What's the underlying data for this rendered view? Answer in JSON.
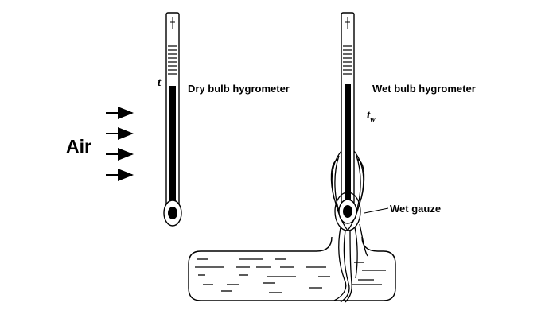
{
  "labels": {
    "air": "Air",
    "dry_symbol": "t",
    "dry_label": "Dry bulb hygrometer",
    "wet_symbol": "t",
    "wet_symbol_subscript": "w",
    "wet_label": "Wet bulb hygrometer",
    "gauze": "Wet gauze"
  },
  "colors": {
    "ink": "#000000",
    "background": "#ffffff"
  }
}
